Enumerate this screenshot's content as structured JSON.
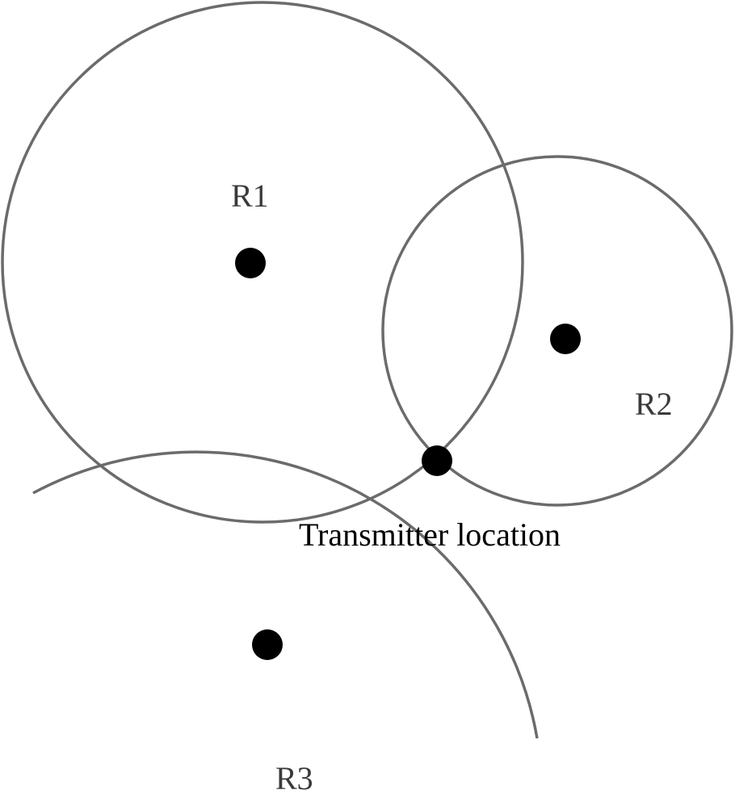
{
  "receivers": [
    {
      "id": "r1",
      "label": "R1"
    },
    {
      "id": "r2",
      "label": "R2"
    },
    {
      "id": "r3",
      "label": "R3"
    }
  ],
  "transmitter": {
    "label": "Transmitter location"
  },
  "colors": {
    "ring": "#6b6b6b",
    "dot": "#000000",
    "receiver_label": "#3a3a3a",
    "transmitter_label": "#000000",
    "background": "#ffffff"
  }
}
